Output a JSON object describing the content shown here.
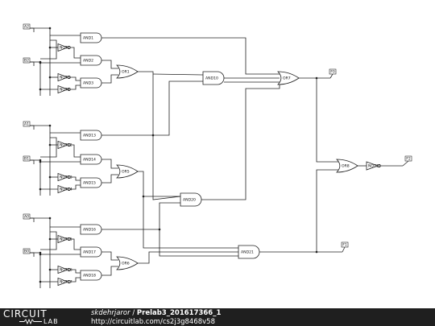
{
  "inputs": [
    {
      "id": "A2",
      "label": "A2"
    },
    {
      "id": "B2",
      "label": "B2"
    },
    {
      "id": "A1",
      "label": "A1"
    },
    {
      "id": "B1",
      "label": "B1"
    },
    {
      "id": "A0",
      "label": "A0"
    },
    {
      "id": "B0",
      "label": "B0"
    }
  ],
  "outputs": [
    {
      "id": "F0",
      "label": "F0"
    },
    {
      "id": "F1",
      "label": "F1"
    },
    {
      "id": "F2",
      "label": "F2"
    }
  ],
  "gates": [
    {
      "id": "AND1",
      "type": "and"
    },
    {
      "id": "AND2",
      "type": "and"
    },
    {
      "id": "AND3",
      "type": "and"
    },
    {
      "id": "NOT2",
      "type": "not"
    },
    {
      "id": "NOT3",
      "type": "not"
    },
    {
      "id": "NOT4",
      "type": "not"
    },
    {
      "id": "OR1",
      "type": "or"
    },
    {
      "id": "AND10",
      "type": "and"
    },
    {
      "id": "OR7",
      "type": "or"
    },
    {
      "id": "AND13",
      "type": "and"
    },
    {
      "id": "AND14",
      "type": "and"
    },
    {
      "id": "AND15",
      "type": "and"
    },
    {
      "id": "NOT12",
      "type": "not"
    },
    {
      "id": "NOT13",
      "type": "not"
    },
    {
      "id": "NOT14",
      "type": "not"
    },
    {
      "id": "OR5",
      "type": "or"
    },
    {
      "id": "AND20",
      "type": "and"
    },
    {
      "id": "OR8",
      "type": "or"
    },
    {
      "id": "NOT19",
      "type": "not"
    },
    {
      "id": "AND16",
      "type": "and"
    },
    {
      "id": "AND17",
      "type": "and"
    },
    {
      "id": "AND18",
      "type": "and"
    },
    {
      "id": "NOT15",
      "type": "not"
    },
    {
      "id": "NOT16",
      "type": "not"
    },
    {
      "id": "NOT17",
      "type": "not"
    },
    {
      "id": "OR6",
      "type": "or"
    },
    {
      "id": "AND21",
      "type": "and"
    }
  ],
  "footer": {
    "logo_top": "CIRCUIT",
    "logo_bottom": "LAB",
    "author": "skdehrjaror",
    "separator": " / ",
    "title": "Prelab3_201617366_1",
    "url": "http://circuitlab.com/cs2j3g8468v58"
  }
}
